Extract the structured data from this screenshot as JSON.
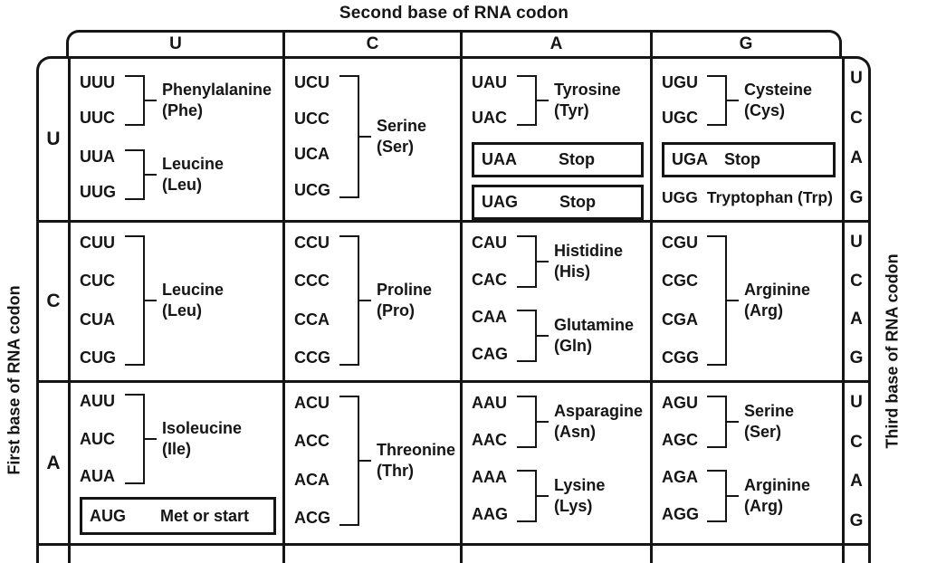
{
  "title": "Second base of RNA codon",
  "left_axis_label": "First base of RNA codon",
  "right_axis_label": "Third base of RNA codon",
  "header": {
    "cols": [
      "U",
      "C",
      "A",
      "G"
    ]
  },
  "colors": {
    "ink": "#151515",
    "bg": "#ffffff"
  },
  "rows": [
    {
      "label": "U",
      "third": [
        "U",
        "C",
        "A",
        "G"
      ],
      "cells": {
        "u": {
          "g1": {
            "c1": "UUU",
            "c2": "UUC",
            "name": "Phenylalanine",
            "abbr": "(Phe)"
          },
          "g2": {
            "c1": "UUA",
            "c2": "UUG",
            "name": "Leucine",
            "abbr": "(Leu)"
          }
        },
        "c": {
          "g1": {
            "c1": "UCU",
            "c2": "UCC",
            "c3": "UCA",
            "c4": "UCG",
            "name": "Serine",
            "abbr": "(Ser)"
          }
        },
        "a": {
          "g1": {
            "c1": "UAU",
            "c2": "UAC",
            "name": "Tyrosine",
            "abbr": "(Tyr)"
          },
          "box1": {
            "codon": "UAA",
            "label": "Stop"
          },
          "box2": {
            "codon": "UAG",
            "label": "Stop"
          }
        },
        "g": {
          "g1": {
            "c1": "UGU",
            "c2": "UGC",
            "name": "Cysteine",
            "abbr": "(Cys)"
          },
          "box1": {
            "codon": "UGA",
            "label": "Stop"
          },
          "plain": {
            "codon": "UGG",
            "label": "Tryptophan (Trp)"
          }
        }
      }
    },
    {
      "label": "C",
      "third": [
        "U",
        "C",
        "A",
        "G"
      ],
      "cells": {
        "u": {
          "g1": {
            "c1": "CUU",
            "c2": "CUC",
            "c3": "CUA",
            "c4": "CUG",
            "name": "Leucine",
            "abbr": "(Leu)"
          }
        },
        "c": {
          "g1": {
            "c1": "CCU",
            "c2": "CCC",
            "c3": "CCA",
            "c4": "CCG",
            "name": "Proline",
            "abbr": "(Pro)"
          }
        },
        "a": {
          "g1": {
            "c1": "CAU",
            "c2": "CAC",
            "name": "Histidine",
            "abbr": "(His)"
          },
          "g2": {
            "c1": "CAA",
            "c2": "CAG",
            "name": "Glutamine",
            "abbr": "(Gln)"
          }
        },
        "g": {
          "g1": {
            "c1": "CGU",
            "c2": "CGC",
            "c3": "CGA",
            "c4": "CGG",
            "name": "Arginine",
            "abbr": "(Arg)"
          }
        }
      }
    },
    {
      "label": "A",
      "third": [
        "U",
        "C",
        "A",
        "G"
      ],
      "cells": {
        "u": {
          "g1": {
            "c1": "AUU",
            "c2": "AUC",
            "c3": "AUA",
            "name": "Isoleucine",
            "abbr": "(Ile)"
          },
          "box1": {
            "codon": "AUG",
            "label": "Met or start"
          }
        },
        "c": {
          "g1": {
            "c1": "ACU",
            "c2": "ACC",
            "c3": "ACA",
            "c4": "ACG",
            "name": "Threonine",
            "abbr": "(Thr)"
          }
        },
        "a": {
          "g1": {
            "c1": "AAU",
            "c2": "AAC",
            "name": "Asparagine",
            "abbr": "(Asn)"
          },
          "g2": {
            "c1": "AAA",
            "c2": "AAG",
            "name": "Lysine",
            "abbr": "(Lys)"
          }
        },
        "g": {
          "g1": {
            "c1": "AGU",
            "c2": "AGC",
            "name": "Serine",
            "abbr": "(Ser)"
          },
          "g2": {
            "c1": "AGA",
            "c2": "AGG",
            "name": "Arginine",
            "abbr": "(Arg)"
          }
        }
      }
    }
  ]
}
